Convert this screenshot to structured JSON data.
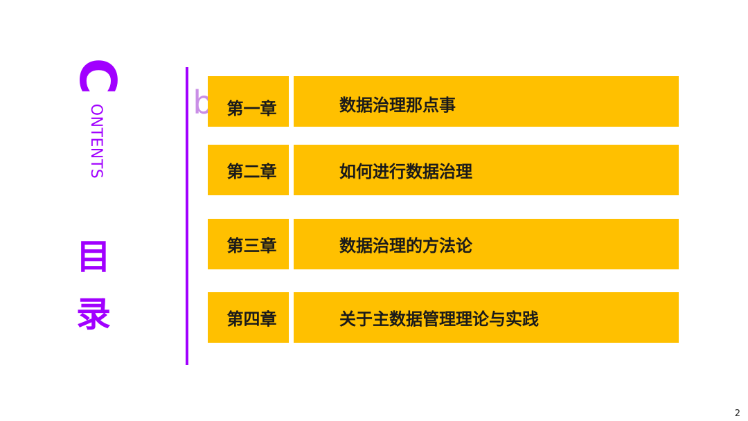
{
  "sidebar": {
    "contents_initial": "C",
    "contents_rest": "ONTENTS",
    "mulu_chars": [
      "目",
      "录"
    ]
  },
  "marker": "b",
  "chapters": [
    {
      "num": "第一章",
      "title": "数据治理那点事"
    },
    {
      "num": "第二章",
      "title": "如何进行数据治理"
    },
    {
      "num": "第三章",
      "title": "数据治理的方法论"
    },
    {
      "num": "第四章",
      "title": "关于主数据管理理论与实践"
    }
  ],
  "page_number": "2",
  "colors": {
    "accent": "#a100ff",
    "bar": "#ffc000",
    "marker": "#c98ee6",
    "text": "#1a1a1a"
  }
}
